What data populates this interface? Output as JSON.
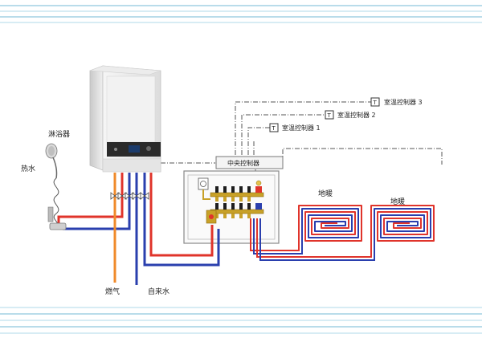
{
  "labels": {
    "shower": "淋浴器",
    "hot_water": "热水",
    "gas": "燃气",
    "tap_water": "自来水",
    "central_controller": "中央控制器",
    "floor_heating_1": "地暖",
    "floor_heating_2": "地暖",
    "thermostat_1": "室温控制器 1",
    "thermostat_2": "室温控制器 2",
    "thermostat_3": "室温控制器 3",
    "thermostat_icon": "T"
  },
  "colors": {
    "hot_pipe": "#e0342b",
    "cold_pipe": "#2a3fae",
    "gas_pipe": "#f08a2a",
    "dashed_line": "#555555",
    "stripe": "#b9dcea"
  },
  "icons": [
    "shower-head-icon",
    "boiler-icon",
    "manifold-icon",
    "thermostat-icon",
    "valve-icon"
  ]
}
